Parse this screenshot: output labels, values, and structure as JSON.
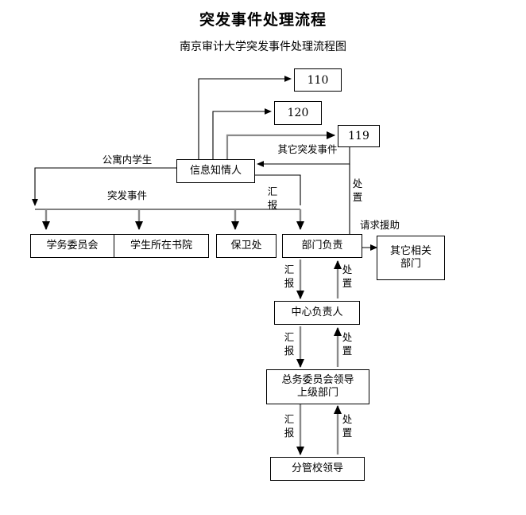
{
  "header": {
    "title": "突发事件处理流程",
    "subtitle": "南京审计大学突发事件处理流程图"
  },
  "nodes": {
    "emergency_110": "110",
    "emergency_120": "120",
    "emergency_119": "119",
    "informant": "信息知情人",
    "academic_committee": "学务委员会",
    "student_college": "学生所在书院",
    "security_office": "保卫处",
    "department_head": "部门负责",
    "other_departments_line1": "其它相关",
    "other_departments_line2": "部门",
    "center_head": "中心负责人",
    "general_committee_line1": "总务委员会领导",
    "general_committee_line2": "上级部门",
    "school_leader": "分管校领导"
  },
  "labels": {
    "dorm_incident_line1": "公寓内学生",
    "dorm_incident_line2": "突发事件",
    "other_incident": "其它突发事件",
    "request_assistance": "请求援助",
    "report_1": "汇报",
    "dispose_1": "处置",
    "report_2": "汇报",
    "dispose_2": "处置",
    "report_3": "汇报",
    "dispose_3": "处置",
    "report_4": "汇报",
    "dispose_4": "处置"
  },
  "colors": {
    "line": "#000000",
    "thick_line": "#808080",
    "box_border": "#000000",
    "background": "#ffffff"
  }
}
